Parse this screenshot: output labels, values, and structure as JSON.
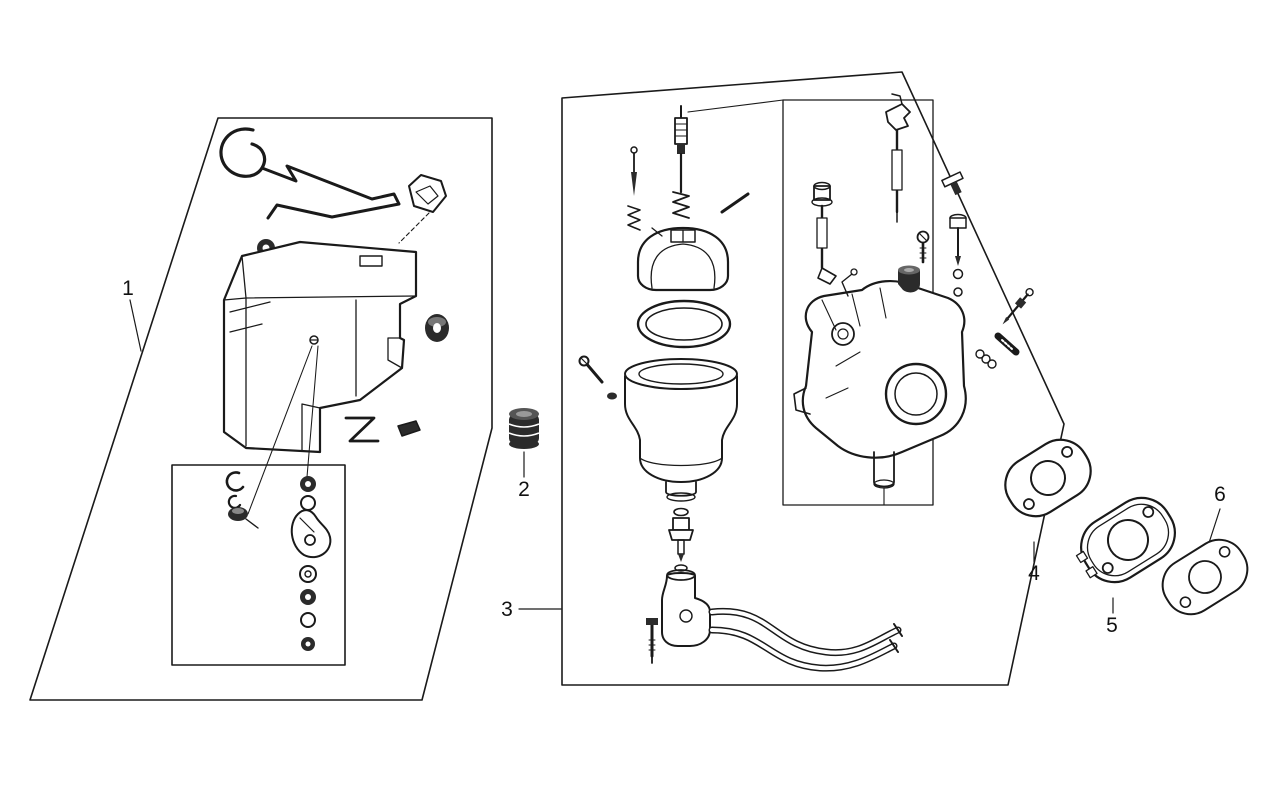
{
  "diagram": {
    "background_color": "#ffffff",
    "line_color": "#1a1a1a",
    "fill_dark": "#2b2b2b"
  },
  "labels": [
    {
      "text": "1"
    },
    {
      "text": "2"
    },
    {
      "text": "3"
    },
    {
      "text": "4"
    },
    {
      "text": "5"
    },
    {
      "text": "6"
    }
  ]
}
